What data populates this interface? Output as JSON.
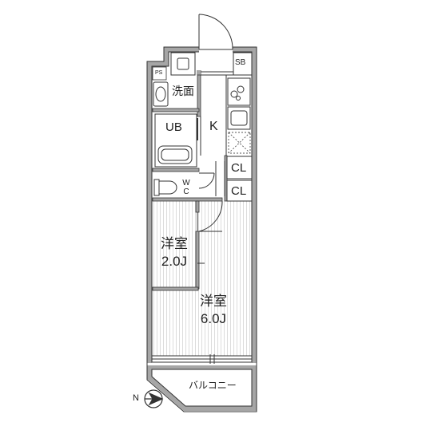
{
  "plan": {
    "rooms": {
      "western_small": {
        "name": "洋室",
        "size": "2.0J"
      },
      "western_large": {
        "name": "洋室",
        "size": "6.0J"
      },
      "kitchen": "K",
      "unit_bath": "UB",
      "washroom": "洗面",
      "wc": [
        "W",
        "C"
      ],
      "closet_upper": "CL",
      "closet_lower": "CL",
      "shoe_box": "SB",
      "ps": "PS",
      "balcony": "バルコニー"
    },
    "compass": {
      "label": "N"
    }
  },
  "colors": {
    "wall": "#a6a6a6",
    "line": "#333333",
    "floor_hatch": "#dadada"
  }
}
